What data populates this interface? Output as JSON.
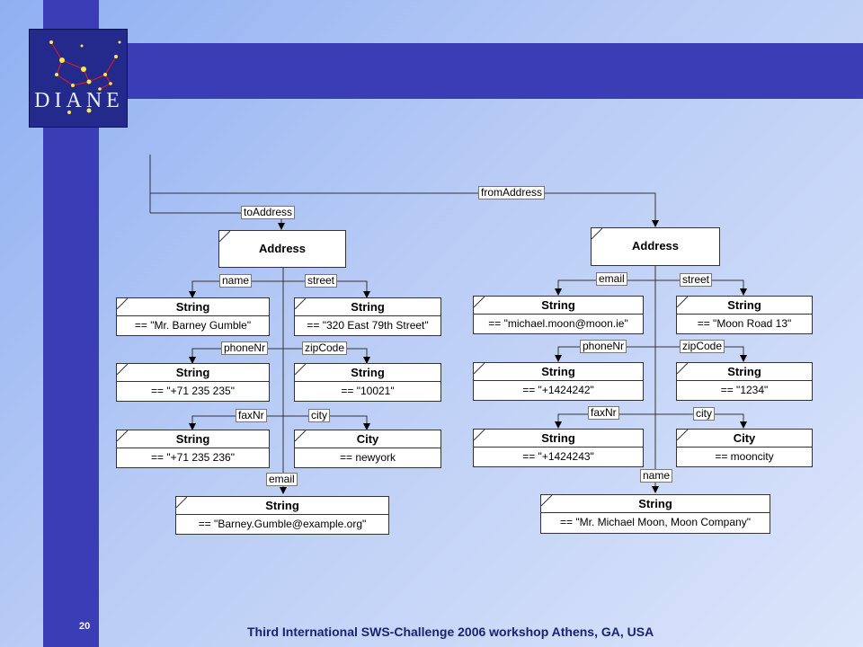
{
  "logo": {
    "text": "DIANE"
  },
  "page": {
    "number": "20"
  },
  "footer": {
    "text": "Third International SWS-Challenge 2006 workshop Athens, GA, USA"
  },
  "diagram": {
    "top_edges": {
      "from": "fromAddress",
      "to": "toAddress"
    },
    "left": {
      "root": "Address",
      "edges": {
        "name": "name",
        "street": "street",
        "phone": "phoneNr",
        "zip": "zipCode",
        "fax": "faxNr",
        "city": "city",
        "email": "email"
      },
      "nodes": {
        "name": {
          "type": "String",
          "value": "== \"Mr. Barney Gumble\""
        },
        "street": {
          "type": "String",
          "value": "== \"320 East 79th Street\""
        },
        "phone": {
          "type": "String",
          "value": "== \"+71 235 235\""
        },
        "zip": {
          "type": "String",
          "value": "== \"10021\""
        },
        "fax": {
          "type": "String",
          "value": "== \"+71 235 236\""
        },
        "city": {
          "type": "City",
          "value": "== newyork"
        },
        "email": {
          "type": "String",
          "value": "== \"Barney.Gumble@example.org\""
        }
      }
    },
    "right": {
      "root": "Address",
      "edges": {
        "email": "email",
        "street": "street",
        "phone": "phoneNr",
        "zip": "zipCode",
        "fax": "faxNr",
        "city": "city",
        "name": "name"
      },
      "nodes": {
        "email": {
          "type": "String",
          "value": "== \"michael.moon@moon.ie\""
        },
        "street": {
          "type": "String",
          "value": "== \"Moon Road 13\""
        },
        "phone": {
          "type": "String",
          "value": "== \"+1424242\""
        },
        "zip": {
          "type": "String",
          "value": "== \"1234\""
        },
        "fax": {
          "type": "String",
          "value": "== \"+1424243\""
        },
        "city": {
          "type": "City",
          "value": "== mooncity"
        },
        "name": {
          "type": "String",
          "value": "== \"Mr. Michael Moon, Moon Company\""
        }
      }
    }
  }
}
